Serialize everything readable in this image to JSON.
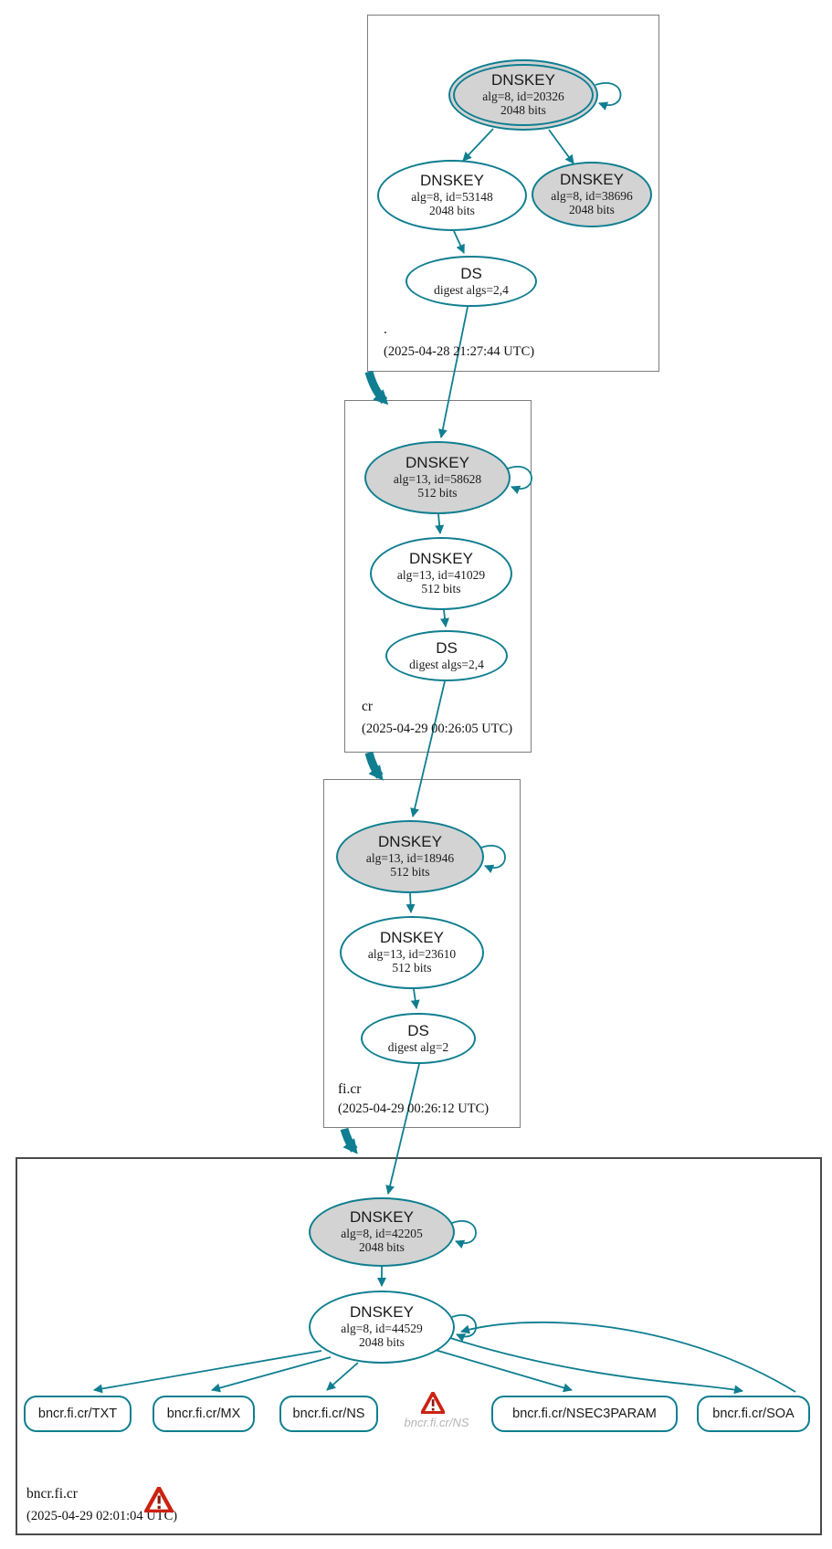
{
  "colors": {
    "edge_teal": "#0f7e90",
    "key_gray_fill": "#d3d3d3",
    "warning_red": "#cc2211"
  },
  "icons": {
    "warning": "warning-icon (red triangle with exclamation)"
  },
  "zones": [
    {
      "label": ".",
      "timestamp": "(2025-04-28 21:27:44 UTC)"
    },
    {
      "label": "cr",
      "timestamp": "(2025-04-29 00:26:05 UTC)"
    },
    {
      "label": "fi.cr",
      "timestamp": "(2025-04-29 00:26:12 UTC)"
    },
    {
      "label": "bncr.fi.cr",
      "timestamp": "(2025-04-29 02:01:04 UTC)"
    }
  ],
  "nodes": {
    "root_ksk": {
      "title": "DNSKEY",
      "detail": "alg=8, id=20326",
      "bits": "2048 bits"
    },
    "root_zsk": {
      "title": "DNSKEY",
      "detail": "alg=8, id=53148",
      "bits": "2048 bits"
    },
    "root_key2": {
      "title": "DNSKEY",
      "detail": "alg=8, id=38696",
      "bits": "2048 bits"
    },
    "root_ds": {
      "title": "DS",
      "detail": "digest algs=2,4"
    },
    "cr_ksk": {
      "title": "DNSKEY",
      "detail": "alg=13, id=58628",
      "bits": "512 bits"
    },
    "cr_zsk": {
      "title": "DNSKEY",
      "detail": "alg=13, id=41029",
      "bits": "512 bits"
    },
    "cr_ds": {
      "title": "DS",
      "detail": "digest algs=2,4"
    },
    "ficr_ksk": {
      "title": "DNSKEY",
      "detail": "alg=13, id=18946",
      "bits": "512 bits"
    },
    "ficr_zsk": {
      "title": "DNSKEY",
      "detail": "alg=13, id=23610",
      "bits": "512 bits"
    },
    "ficr_ds": {
      "title": "DS",
      "detail": "digest alg=2"
    },
    "bncr_ksk": {
      "title": "DNSKEY",
      "detail": "alg=8, id=42205",
      "bits": "2048 bits"
    },
    "bncr_zsk": {
      "title": "DNSKEY",
      "detail": "alg=8, id=44529",
      "bits": "2048 bits"
    }
  },
  "rrsets": [
    {
      "label": "bncr.fi.cr/TXT"
    },
    {
      "label": "bncr.fi.cr/MX"
    },
    {
      "label": "bncr.fi.cr/NS"
    },
    {
      "label": "bncr.fi.cr/NS",
      "status": "warning, non-authoritative (grayed italic)"
    },
    {
      "label": "bncr.fi.cr/NSEC3PARAM"
    },
    {
      "label": "bncr.fi.cr/SOA"
    }
  ]
}
